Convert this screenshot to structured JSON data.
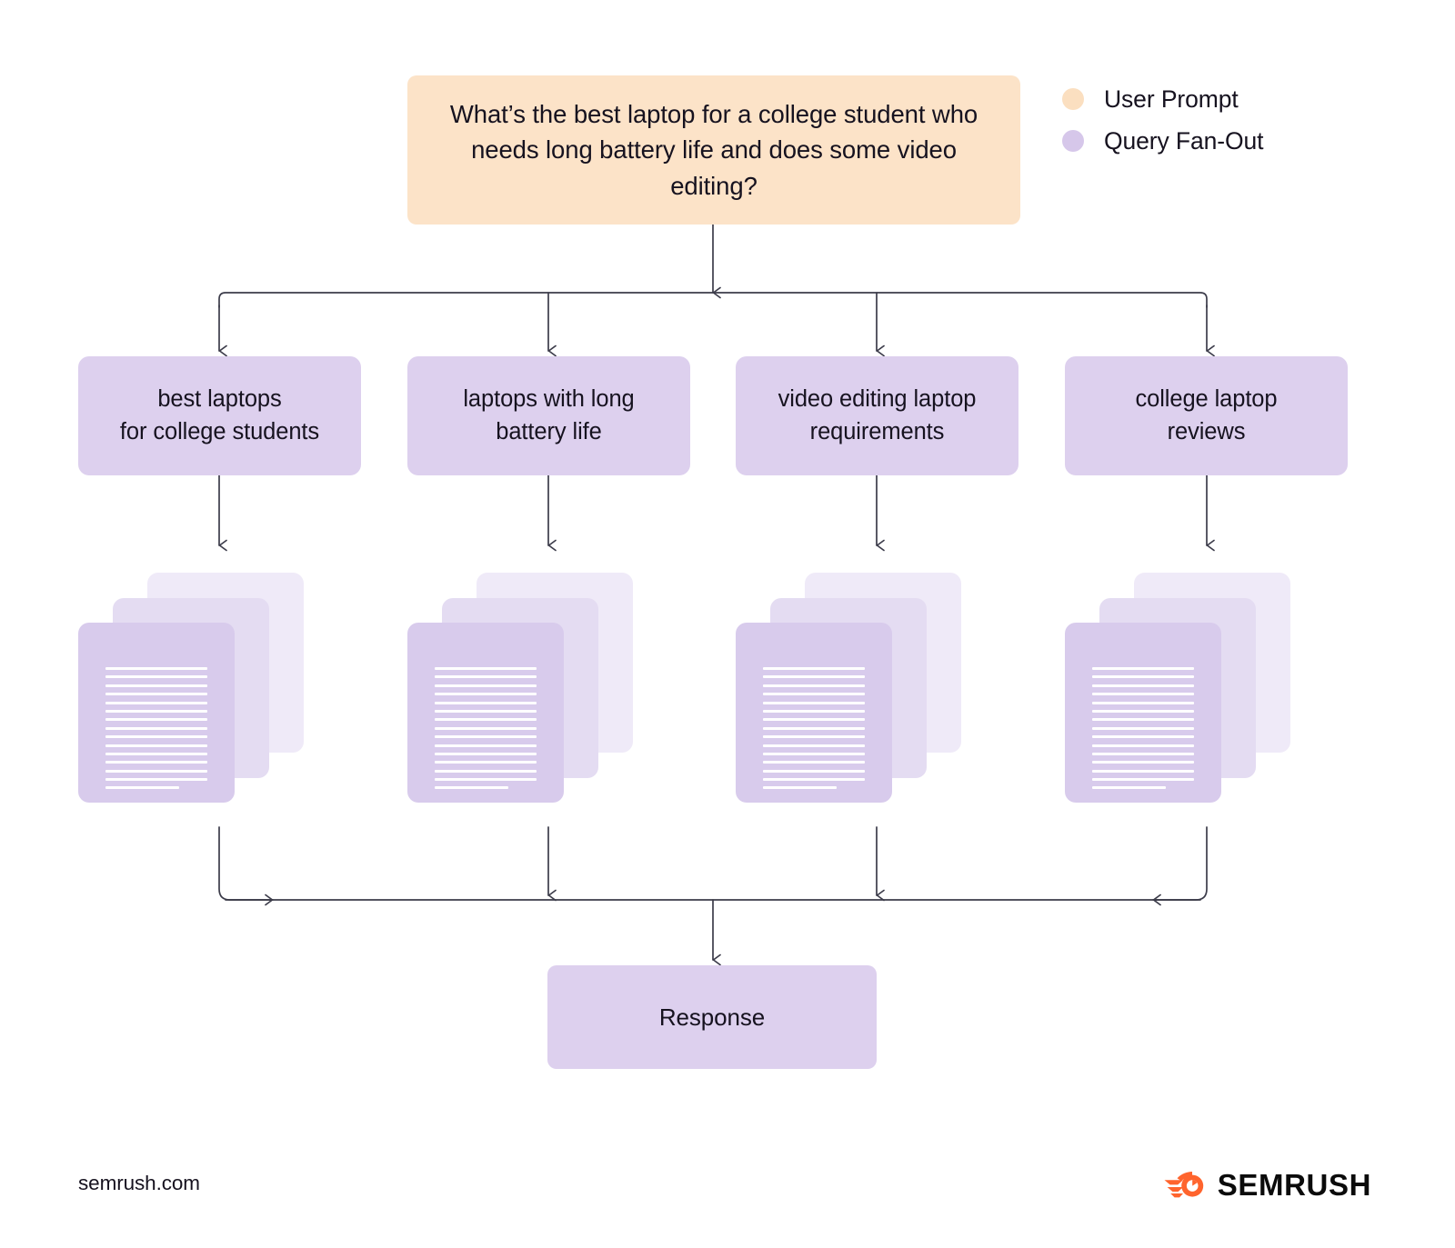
{
  "diagram": {
    "prompt": {
      "text": "What’s the best laptop for a college student who needs long battery life and does some video editing?",
      "color": "#fce3c8"
    },
    "queries": [
      {
        "label": "best laptops\nfor college students",
        "line1": "best laptops",
        "line2": "for college students"
      },
      {
        "label": "laptops with long\nbattery life",
        "line1": "laptops with long",
        "line2": "battery life"
      },
      {
        "label": "video editing laptop\nrequirements",
        "line1": "video editing laptop",
        "line2": "requirements"
      },
      {
        "label": "college laptop\nreviews",
        "line1": "college laptop",
        "line2": "reviews"
      }
    ],
    "query_color": "#ddd0ee",
    "documents": {
      "icon": "document-stack-icon",
      "layers": 3,
      "line_count": 15,
      "colors": [
        "#efeaf8",
        "#e4dcf2",
        "#d8cbec"
      ]
    },
    "response": {
      "label": "Response",
      "color": "#ddd0ee"
    },
    "connector_color": "#3c3c4a"
  },
  "legend": {
    "items": [
      {
        "label": "User Prompt",
        "color": "#fbdfc0",
        "icon": "legend-dot-icon"
      },
      {
        "label": "Query Fan-Out",
        "color": "#d6c7ea",
        "icon": "legend-dot-icon"
      }
    ]
  },
  "footer": {
    "url": "semrush.com",
    "brand": "SEMRUSH",
    "brand_mark_color": "#ff642d"
  }
}
